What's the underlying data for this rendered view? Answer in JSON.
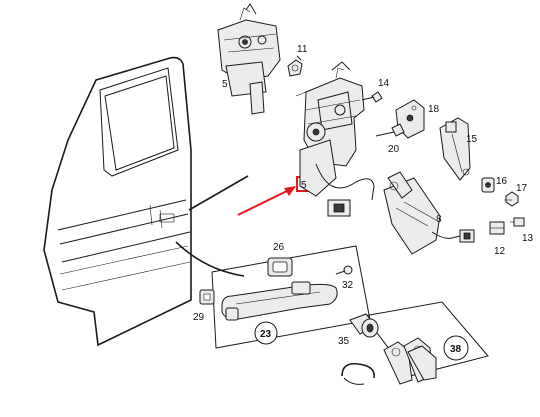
{
  "callouts": {
    "lock_top": "5",
    "lock_main": "5",
    "clip": "11",
    "screw_14": "14",
    "bracket_18": "18",
    "screw_20": "20",
    "bracket_15": "15",
    "cap_16": "16",
    "nut_17": "17",
    "actuator": "8",
    "connector_12": "12",
    "connector_13": "13",
    "seal_26": "26",
    "screw_32": "32",
    "seal_29": "29",
    "handle_group": "23",
    "lock_cylinder": "35",
    "key_set": "38"
  },
  "colors": {
    "highlight": "#e0191d",
    "ink": "#1a1a1a"
  }
}
